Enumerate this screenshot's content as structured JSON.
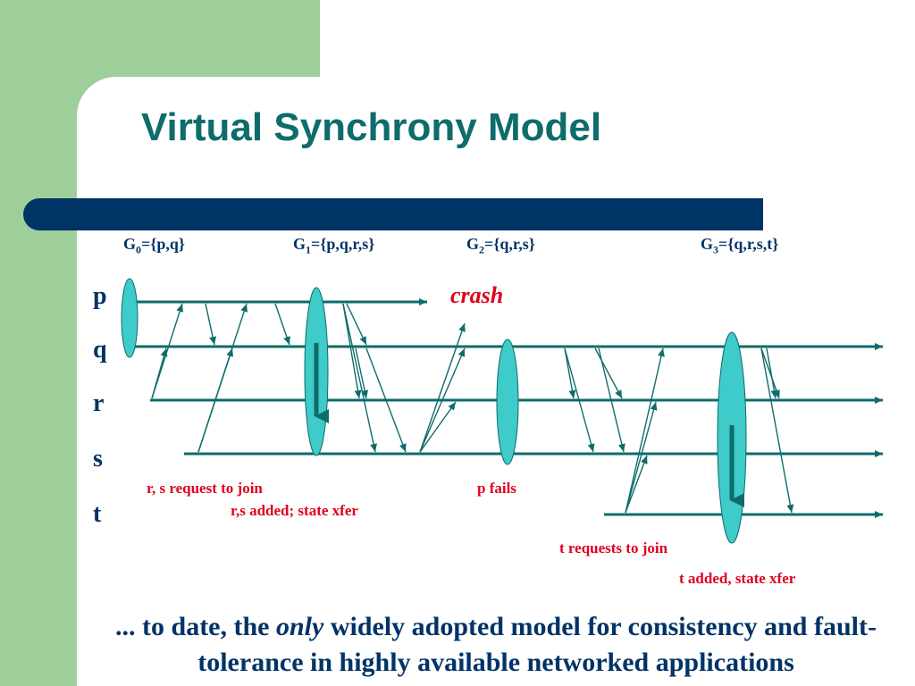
{
  "title": "Virtual Synchrony Model",
  "groups": [
    {
      "prefix": "G",
      "sub": "0",
      "members": "={p,q}"
    },
    {
      "prefix": "G",
      "sub": "1",
      "members": "={p,q,r,s}"
    },
    {
      "prefix": "G",
      "sub": "2",
      "members": "={q,r,s}"
    },
    {
      "prefix": "G",
      "sub": "3",
      "members": "={q,r,s,t}"
    }
  ],
  "processes": [
    "p",
    "q",
    "r",
    "s",
    "t"
  ],
  "annotations": {
    "crash": "crash",
    "join_request": "r, s request to join",
    "added": "r,s added; state xfer",
    "p_fails": "p fails",
    "t_join": "t requests to join",
    "t_added": "t added, state xfer"
  },
  "footer": {
    "part1": "... to date, the ",
    "emphasis": "only",
    "part2": " widely adopted model for consistency and fault-tolerance in highly available networked applications"
  },
  "colors": {
    "teal_line": "#0e6c6b",
    "ellipse_fill": "#3ecbc9",
    "navy": "#003366",
    "red": "#e1001e",
    "green": "#9ecf9a"
  }
}
